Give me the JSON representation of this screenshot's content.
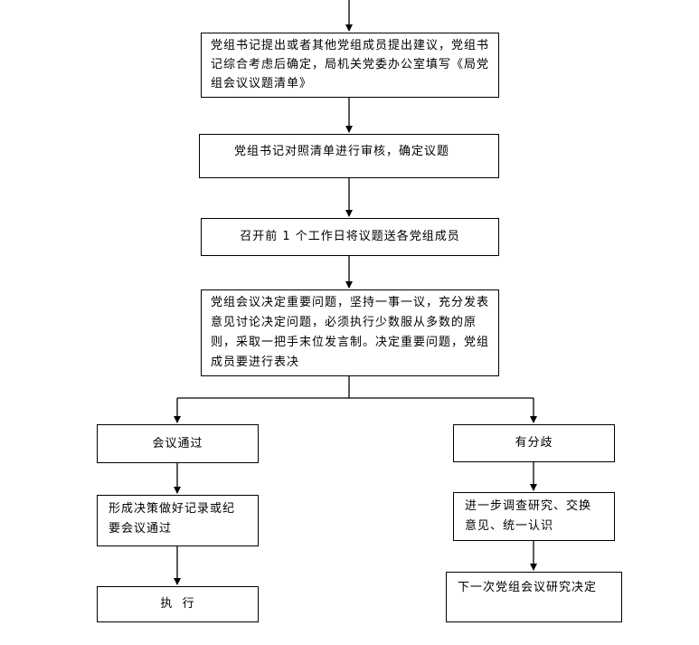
{
  "flowchart": {
    "step1": "党组书记提出或者其他党组成员提出建议，党组书记综合考虑后确定，局机关党委办公室填写《局党组会议议题清单》",
    "step2": "党组书记对照清单进行审核，确定议题",
    "step3": "召开前 1 个工作日将议题送各党组成员",
    "step4": "党组会议决定重要问题，坚持一事一议，充分发表意见讨论决定问题，必须执行少数服从多数的原则，采取一把手末位发言制。决定重要问题，党组成员要进行表决",
    "left_branch": {
      "decision": "会议通过",
      "record": "形成决策做好记录或纪要会议通过",
      "execute": "执  行"
    },
    "right_branch": {
      "decision": "有分歧",
      "investigate": "进一步调查研究、交换意见、统一认识",
      "next_meeting": "下一次党组会议研究决定"
    }
  },
  "colors": {
    "line": "#000000",
    "box_border": "#000000",
    "background": "#ffffff"
  }
}
